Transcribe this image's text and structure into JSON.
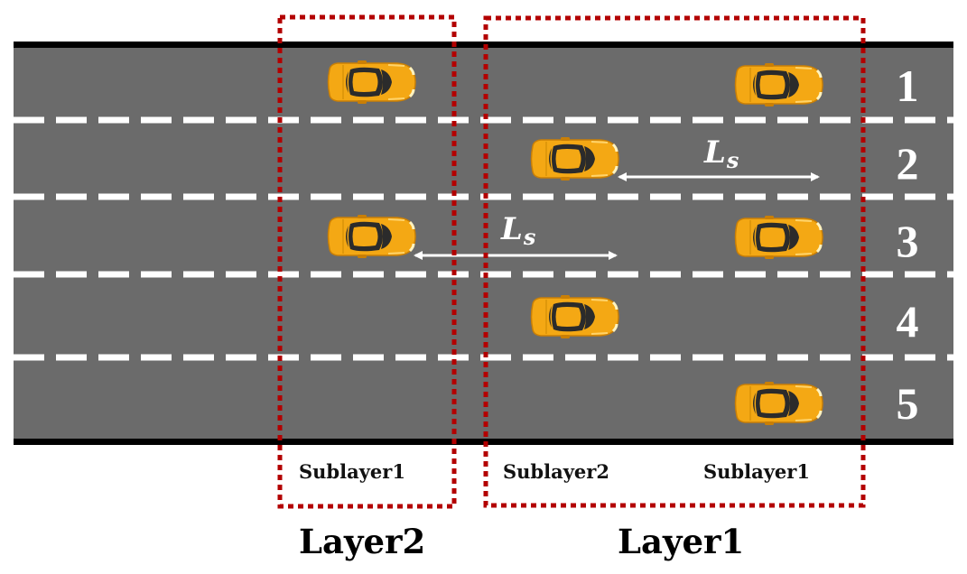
{
  "lanes": [
    "1",
    "2",
    "3",
    "4",
    "5"
  ],
  "spacing_label": {
    "main": "L",
    "subscript": "s"
  },
  "sublayers": [
    "Sublayer1",
    "Sublayer2",
    "Sublayer1"
  ],
  "layers": [
    "Layer2",
    "Layer1"
  ],
  "colors": {
    "road": "#6b6b6b",
    "road_edge": "#000000",
    "lane_marking": "#ffffff",
    "car_body": "#f4a814",
    "car_roof": "#2b2b2b",
    "layer_frame": "#b30000"
  }
}
